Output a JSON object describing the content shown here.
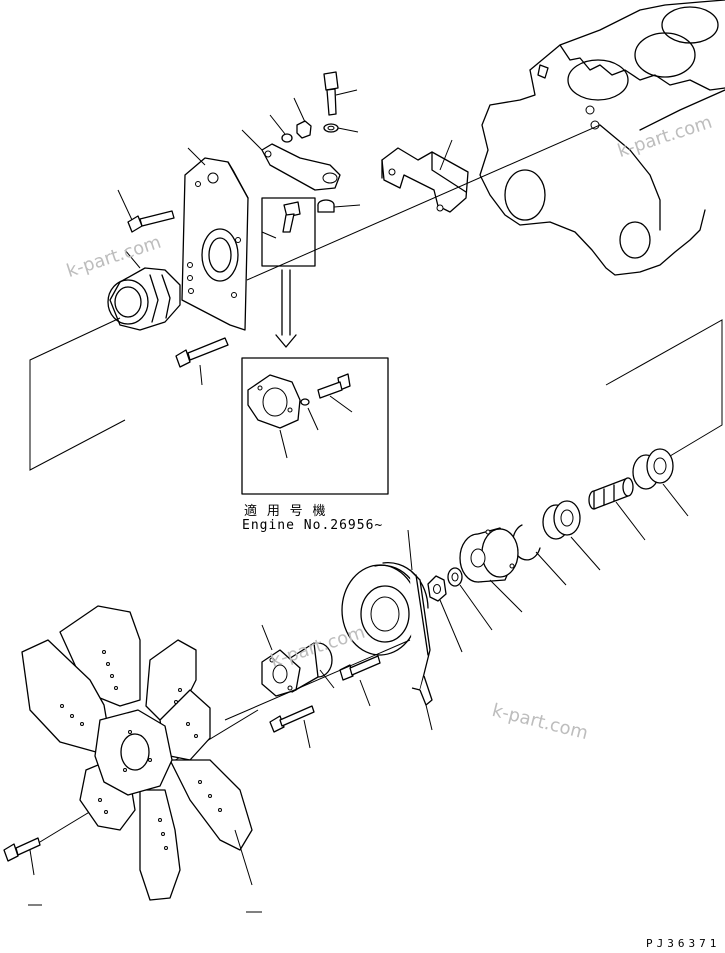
{
  "inset": {
    "applicable_label": "適 用 号 機",
    "engine_label": "Engine No.26956~"
  },
  "watermarks": [
    "k-part.com",
    "k-part.com",
    "k-part.com",
    "k-part.com"
  ],
  "drawing_code": "PJ36371",
  "colors": {
    "line": "#000000",
    "background": "#ffffff",
    "watermark": "#bdbdbd"
  }
}
